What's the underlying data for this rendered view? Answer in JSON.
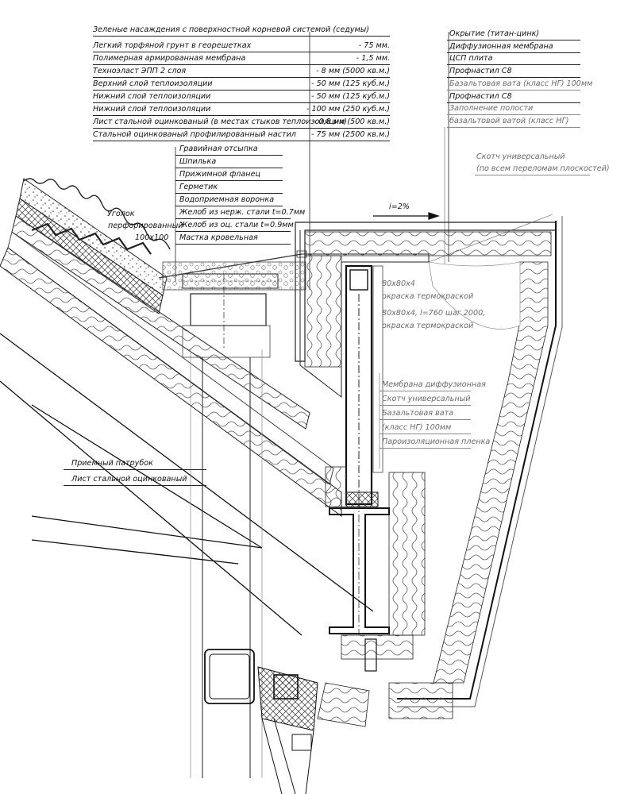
{
  "spec_top": {
    "title": "Зеленые насаждения с поверхностной корневой системой (седумы)",
    "rows": [
      {
        "label": "Легкий торфяной грунт в георешетках",
        "value": "- 75 мм."
      },
      {
        "label": "Полимерная армированная мембрана",
        "value": "- 1,5 мм."
      },
      {
        "label": "Техноэласт ЭПП 2 слоя",
        "value": "- 8 мм (5000 кв.м.)"
      },
      {
        "label": "Верхний слой теплоизоляции",
        "value": "- 50 мм (125 куб.м.)"
      },
      {
        "label": "Нижний слой теплоизоляции",
        "value": "- 50 мм (125 куб.м.)"
      },
      {
        "label": "Нижний слой теплоизоляции",
        "value": "- 100 мм (250 куб.м.)"
      },
      {
        "label": "Лист стальной оцинкованый (в местах стыков теплоизоляции)",
        "value": "- 0,8 мм (500 кв.м.)"
      },
      {
        "label": "Стальной оцинкованый профилированный настил",
        "value": "- 75 мм (2500 кв.м.)"
      }
    ]
  },
  "spec_right": {
    "rows": [
      {
        "label": "Окрытие (титан-цинк)",
        "tone": "dark"
      },
      {
        "label": "Диффузионная мембрана",
        "tone": "dark"
      },
      {
        "label": "ЦСП плита",
        "tone": "dark"
      },
      {
        "label": "Профнастил С8",
        "tone": "dark"
      },
      {
        "label": "Базальтовая вата (класс НГ) 100мм",
        "tone": "grey"
      },
      {
        "label": "Профнастил С8",
        "tone": "dark"
      },
      {
        "label": "Заполнение полости",
        "tone": "grey"
      },
      {
        "label": "базальтовой ватой (класс НГ)",
        "tone": "grey"
      }
    ]
  },
  "spec_funnel": {
    "rows": [
      "Гравийная отсыпка",
      "Шпилька",
      "Прижимной фланец",
      "Герметик",
      "Водоприемная воронка",
      "Желоб из нерж. стали t=0.7мм",
      "Желоб из оц. стали t=0.9мм",
      "Мастка кровельная"
    ]
  },
  "labels": {
    "tape": [
      "Скотч универсальный",
      "(по всем переломам плоскостей)"
    ],
    "slope": "i=2%",
    "corner": [
      "Уголок",
      "перфорированный",
      "100х100"
    ],
    "tube_a": [
      "80х80х4",
      "окраска термокраской"
    ],
    "tube_b": [
      "80х80х4, l=760 шаг 2000,",
      "окраска термокраской"
    ],
    "middle": [
      "Мембрана диффузионная",
      "Скотч универсальный",
      "Базальтовая вата",
      "(класс НГ) 100мм",
      "Пароизоляционная пленка"
    ],
    "bottom_left": [
      "Приемный патрубок",
      "Лист стальной оцинкованый"
    ]
  }
}
